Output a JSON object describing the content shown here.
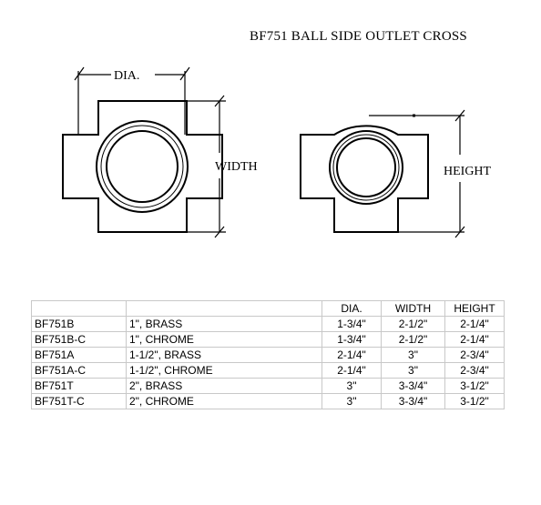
{
  "title": "BF751 BALL SIDE OUTLET CROSS",
  "labels": {
    "dia": "DIA.",
    "width": "WIDTH",
    "height": "HEIGHT"
  },
  "table": {
    "headers": [
      "",
      "",
      "DIA.",
      "WIDTH",
      "HEIGHT"
    ],
    "rows": [
      [
        "BF751B",
        "1\", BRASS",
        "1-3/4\"",
        "2-1/2\"",
        "2-1/4\""
      ],
      [
        "BF751B-C",
        "1\", CHROME",
        "1-3/4\"",
        "2-1/2\"",
        "2-1/4\""
      ],
      [
        "BF751A",
        "1-1/2\", BRASS",
        "2-1/4\"",
        "3\"",
        "2-3/4\""
      ],
      [
        "BF751A-C",
        "1-1/2\", CHROME",
        "2-1/4\"",
        "3\"",
        "2-3/4\""
      ],
      [
        "BF751T",
        "2\", BRASS",
        "3\"",
        "3-3/4\"",
        "3-1/2\""
      ],
      [
        "BF751T-C",
        "2\", CHROME",
        "3\"",
        "3-3/4\"",
        "3-1/2\""
      ]
    ]
  }
}
